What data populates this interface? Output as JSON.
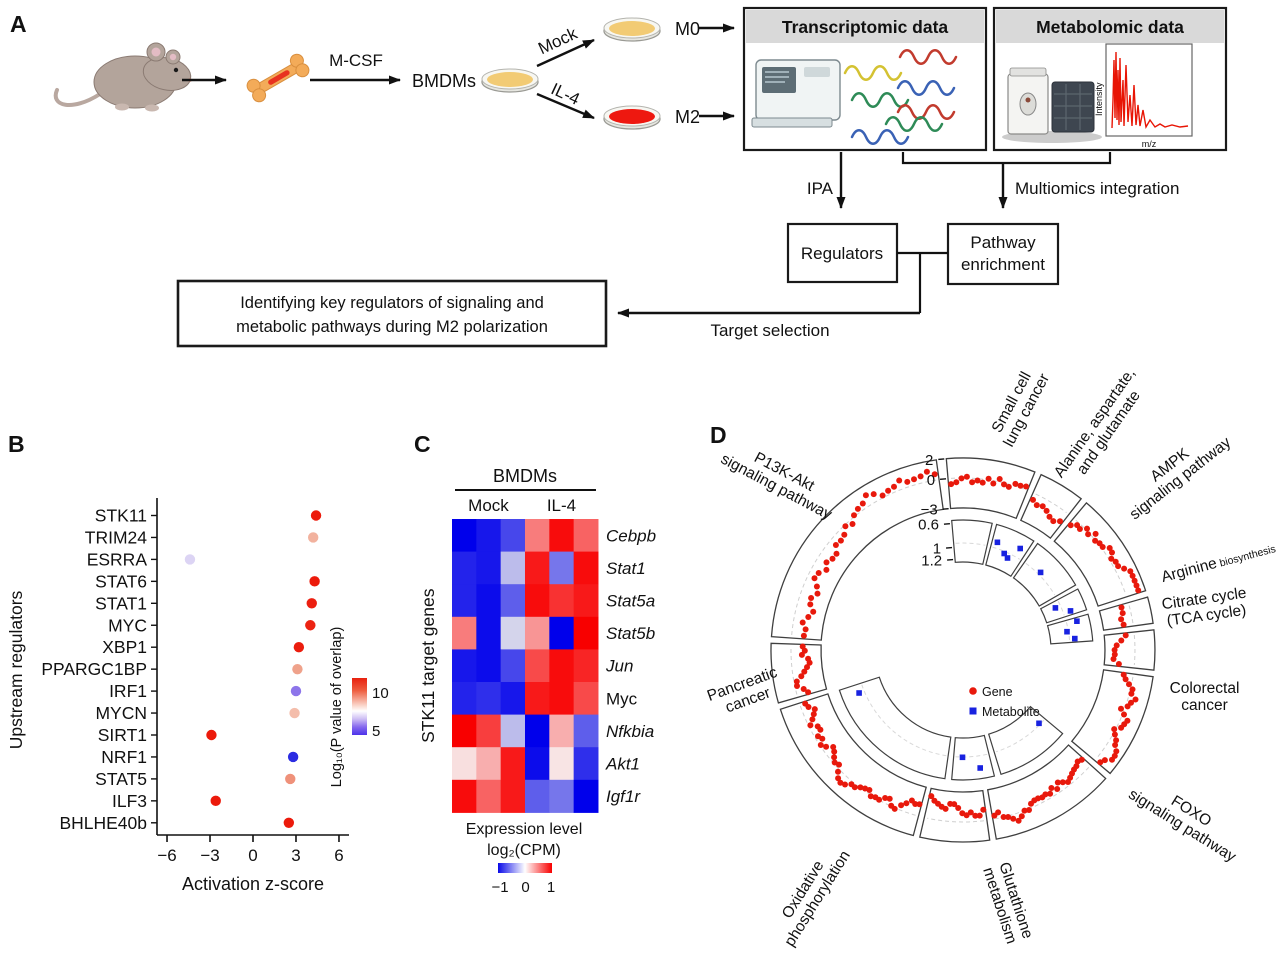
{
  "figure": {
    "background": "#ffffff"
  },
  "panels": {
    "a": {
      "label": "A",
      "mcsf": "M-CSF",
      "bmdms": "BMDMs",
      "mock": "Mock",
      "il4": "IL-4",
      "m0": "M0",
      "m2": "M2",
      "transcriptomic_title": "Transcriptomic data",
      "metabolomic_title": "Metabolomic data",
      "intensity": "Intensity",
      "mz": "m/z",
      "ipa": "IPA",
      "multiomics": "Multiomics integration",
      "regulators": "Regulators",
      "pathway_line1": "Pathway",
      "pathway_line2": "enrichment",
      "goal_line1": "Identifying key regulators of signaling and",
      "goal_line2": "metabolic pathways during M2 polarization",
      "target_selection": "Target selection"
    },
    "b": {
      "label": "B"
    },
    "c": {
      "label": "C"
    },
    "d": {
      "label": "D"
    }
  },
  "chart_data": [
    {
      "panel": "B",
      "type": "scatter",
      "xlabel": "Activation z-score",
      "ylabel": "Upstream regulators",
      "xlim": [
        -6.7,
        6.7
      ],
      "xticks": [
        -6,
        -3,
        0,
        3,
        6
      ],
      "colorbar": {
        "label": "Log₁₀(P value of overlap)",
        "tick_top": "10",
        "tick_bottom": "5",
        "stops": [
          [
            "0%",
            "#e8200e"
          ],
          [
            "22%",
            "#ee5e40"
          ],
          [
            "50%",
            "#fbded4"
          ],
          [
            "58%",
            "#ffffff"
          ],
          [
            "72%",
            "#cdbdf4"
          ],
          [
            "86%",
            "#8568ee"
          ],
          [
            "100%",
            "#4c33ea"
          ]
        ]
      },
      "points": [
        {
          "gene": "STK11",
          "z": 4.4,
          "color": "#ec1a0b"
        },
        {
          "gene": "TRIM24",
          "z": 4.2,
          "color": "#f2b29e"
        },
        {
          "gene": "ESRRA",
          "z": -4.4,
          "color": "#dcd4f4"
        },
        {
          "gene": "STAT6",
          "z": 4.3,
          "color": "#ec1a0b"
        },
        {
          "gene": "STAT1",
          "z": 4.1,
          "color": "#ec1f10"
        },
        {
          "gene": "MYC",
          "z": 4.0,
          "color": "#ec2312"
        },
        {
          "gene": "XBP1",
          "z": 3.2,
          "color": "#eb1d0e"
        },
        {
          "gene": "PPARGC1BP",
          "z": 3.1,
          "color": "#efa28b"
        },
        {
          "gene": "IRF1",
          "z": 3.0,
          "color": "#8d75ea"
        },
        {
          "gene": "MYCN",
          "z": 2.9,
          "color": "#f4bdab"
        },
        {
          "gene": "SIRT1",
          "z": -2.9,
          "color": "#ec1a0b"
        },
        {
          "gene": "NRF1",
          "z": 2.8,
          "color": "#2b2ce2"
        },
        {
          "gene": "STAT5",
          "z": 2.6,
          "color": "#ef917a"
        },
        {
          "gene": "ILF3",
          "z": -2.6,
          "color": "#ec1a0b"
        },
        {
          "gene": "BHLHE40b",
          "z": 2.5,
          "color": "#ec1a0b"
        }
      ]
    },
    {
      "panel": "C",
      "type": "heatmap",
      "header": "BMDMs",
      "groups": [
        "Mock",
        "IL-4"
      ],
      "cols_per_group": 3,
      "ylabel": "STK11 target genes",
      "legend": {
        "line1": "Expression level",
        "line2": "log₂(CPM)",
        "ticks": [
          "−1",
          "0",
          "1"
        ],
        "stops": [
          [
            "0%",
            "#0a0ae8"
          ],
          [
            "50%",
            "#ffffff"
          ],
          [
            "100%",
            "#f80000"
          ]
        ]
      },
      "rows": [
        {
          "gene": "Cebpb",
          "italic": true,
          "values": [
            -1.0,
            -0.9,
            -0.7,
            0.5,
            0.95,
            0.6
          ]
        },
        {
          "gene": "Stat1",
          "italic": true,
          "values": [
            -0.85,
            -0.9,
            -0.2,
            0.9,
            -0.5,
            0.95
          ]
        },
        {
          "gene": "Stat5a",
          "italic": true,
          "values": [
            -0.85,
            -0.95,
            -0.6,
            0.95,
            0.8,
            0.9
          ]
        },
        {
          "gene": "Stat5b",
          "italic": true,
          "values": [
            0.5,
            -0.95,
            -0.1,
            0.4,
            -1.0,
            1.0
          ]
        },
        {
          "gene": "Jun",
          "italic": true,
          "values": [
            -0.9,
            -0.95,
            -0.7,
            0.7,
            0.95,
            0.85
          ]
        },
        {
          "gene": "Myc",
          "italic": false,
          "values": [
            -0.85,
            -0.8,
            -0.9,
            0.9,
            0.95,
            0.7
          ]
        },
        {
          "gene": "Nfkbia",
          "italic": true,
          "values": [
            1.0,
            0.75,
            -0.2,
            -1.0,
            0.3,
            -0.6
          ]
        },
        {
          "gene": "Akt1",
          "italic": true,
          "values": [
            0.1,
            0.3,
            0.9,
            -0.95,
            0.08,
            -0.8
          ]
        },
        {
          "gene": "Igf1r",
          "italic": true,
          "values": [
            0.95,
            0.6,
            0.9,
            -0.6,
            -0.5,
            -1.0
          ]
        }
      ]
    },
    {
      "panel": "D",
      "type": "circular-scatter",
      "legend": [
        {
          "label": "Gene",
          "color": "#e8190c"
        },
        {
          "label": "Metabolite",
          "color": "#1822e0"
        }
      ],
      "gene_track": {
        "axis_ticks": [
          2,
          0,
          -3
        ],
        "segments": [
          {
            "name": "Small cell lung cancer",
            "lines": [
              "Small cell",
              "lung cancer"
            ],
            "a0": -5,
            "a1": 22,
            "n": 15,
            "seed": 11,
            "la": 13,
            "lr": 250,
            "rot": -62
          },
          {
            "name": "Alanine, aspartate, and glutamate",
            "lines": [
              "Alanine, aspartate,",
              "and glutamate"
            ],
            "a0": 24,
            "a1": 38,
            "n": 7,
            "seed": 22,
            "la": 32,
            "lr": 262,
            "rot": -55
          },
          {
            "name": "AMPK signaling pathway",
            "lines": [
              "AMPK",
              "signaling pathway"
            ],
            "a0": 40,
            "a1": 72,
            "n": 20,
            "seed": 33,
            "la": 50,
            "lr": 277,
            "rot": -38
          },
          {
            "name": "Arginine biosynthesis",
            "lines": [
              "Arginine"
            ],
            "small_suffix": " biosynthesis",
            "a0": 74,
            "a1": 82,
            "n": 4,
            "seed": 44,
            "la": 71,
            "lr": 270,
            "rot": -15
          },
          {
            "name": "Citrate cycle (TCA cycle)",
            "lines": [
              "Citrate cycle",
              "(TCA cycle)"
            ],
            "a0": 84,
            "a1": 96,
            "n": 7,
            "seed": 55,
            "la": 80,
            "lr": 246,
            "rot": -8
          },
          {
            "name": "Colorectal cancer",
            "lines": [
              "Colorectal",
              "cancer"
            ],
            "a0": 98,
            "a1": 130,
            "n": 22,
            "seed": 66,
            "la": 101,
            "lr": 246,
            "rot": 0
          },
          {
            "name": "FOXO signaling pathway",
            "lines": [
              "FOXO",
              "signaling pathway"
            ],
            "a0": 132,
            "a1": 170,
            "n": 26,
            "seed": 77,
            "la": 127,
            "lr": 280,
            "rot": 32
          },
          {
            "name": "Glutathione metabolism",
            "lines": [
              "Glutathione",
              "metabolism"
            ],
            "a0": 172,
            "a1": 193,
            "n": 14,
            "seed": 88,
            "la": 170,
            "lr": 257,
            "rot": 72
          },
          {
            "name": "Oxidative phosphorylation",
            "lines": [
              "Oxidative",
              "phosphorylation"
            ],
            "a0": 195,
            "a1": 252,
            "n": 38,
            "seed": 99,
            "la": 212,
            "lr": 288,
            "rot": -58
          },
          {
            "name": "Pancreatic cancer",
            "lines": [
              "Pancreatic",
              "cancer"
            ],
            "a0": 254,
            "a1": 272,
            "n": 12,
            "seed": 111,
            "la": 259,
            "lr": 222,
            "rot": -20
          },
          {
            "name": "P13K-Akt signaling pathway",
            "lines": [
              "P13K-Akt",
              "signaling pathway"
            ],
            "a0": 274,
            "a1": 352,
            "n": 34,
            "seed": 122,
            "la": 313,
            "lr": 250,
            "rot": 28
          }
        ]
      },
      "metabolite_track": {
        "axis_ticks": [
          0.6,
          1,
          1.2
        ],
        "segments": [
          {
            "a0": -5,
            "a1": 13,
            "dots": []
          },
          {
            "a0": 15,
            "a1": 33,
            "dots": [
              [
                0.15,
                0.62
              ],
              [
                0.45,
                0.38
              ],
              [
                0.6,
                0.3
              ],
              [
                0.8,
                0.72
              ]
            ]
          },
          {
            "a0": 35,
            "a1": 60,
            "dots": [
              [
                0.4,
                0.52
              ]
            ]
          },
          {
            "a0": 62,
            "a1": 72,
            "dots": [
              [
                0.35,
                0.28
              ],
              [
                0.8,
                0.66
              ]
            ]
          },
          {
            "a0": 74,
            "a1": 86,
            "dots": [
              [
                0.15,
                0.75
              ],
              [
                0.5,
                0.4
              ],
              [
                0.85,
                0.6
              ]
            ]
          },
          {
            "a0": 130,
            "a1": 163,
            "dots": [
              [
                0.12,
                0.4
              ]
            ]
          },
          {
            "a0": 166,
            "a1": 185,
            "dots": [
              [
                0.3,
                0.8
              ],
              [
                0.75,
                0.45
              ]
            ]
          },
          {
            "a0": 188,
            "a1": 252,
            "dots": [
              [
                0.93,
                0.6
              ]
            ]
          }
        ]
      }
    }
  ]
}
